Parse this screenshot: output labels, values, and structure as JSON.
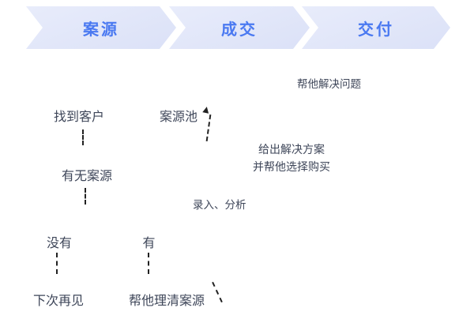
{
  "colors": {
    "page_bg": "#ffffff",
    "banner_fill_light": "#e8ecfb",
    "banner_fill": "#dbe1f7",
    "banner_text": "#4a79f1",
    "node_fill": "#ffffff",
    "node_shadow": "#c0c0c0",
    "node_text": "#3e4659",
    "connector": "#222222"
  },
  "banner": {
    "stages": [
      {
        "label": "案源"
      },
      {
        "label": "成交"
      },
      {
        "label": "交付"
      }
    ]
  },
  "flow": {
    "nodes": [
      {
        "id": "find-customer",
        "label": "找到客户"
      },
      {
        "id": "case-pool",
        "label": "案源池"
      },
      {
        "id": "has-case-check",
        "label": "有无案源"
      },
      {
        "id": "no-case",
        "label": "没有"
      },
      {
        "id": "has-case",
        "label": "有"
      },
      {
        "id": "goodbye",
        "label": "下次再见"
      },
      {
        "id": "clarify-cases",
        "label": "帮他理清案源"
      }
    ],
    "annotations": [
      {
        "id": "solve-problem",
        "text": "帮他解决问题"
      },
      {
        "id": "solution-line1",
        "text": "给出解决方案"
      },
      {
        "id": "solution-line2",
        "text": "并帮他选择购买"
      },
      {
        "id": "input-analyze",
        "text": "录入、分析"
      }
    ]
  }
}
